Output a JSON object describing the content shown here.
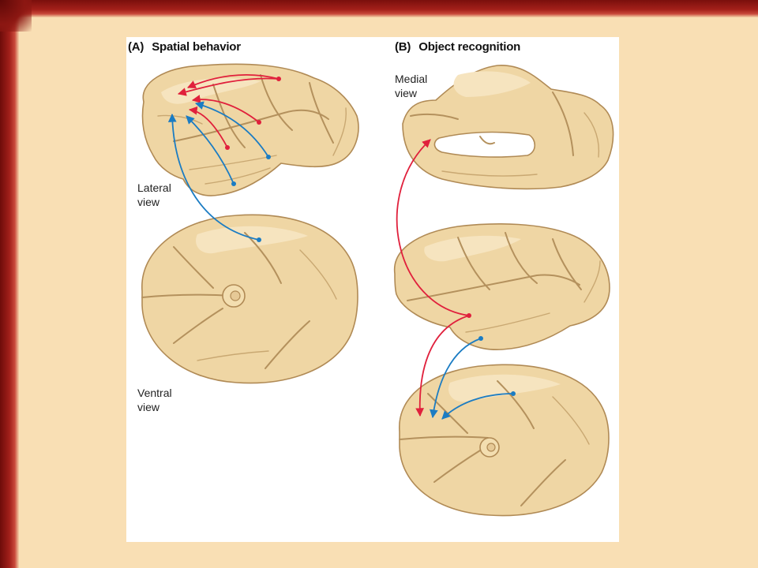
{
  "panel_a": {
    "letter": "(A)",
    "title": "Spatial behavior",
    "label_lateral": [
      "Lateral",
      "view"
    ],
    "label_ventral": [
      "Ventral",
      "view"
    ]
  },
  "panel_b": {
    "letter": "(B)",
    "title": "Object recognition",
    "label_medial": [
      "Medial",
      "view"
    ]
  },
  "colors": {
    "background": "#f9dfb4",
    "frame": "#a4201a",
    "brain_fill": "#efd6a4",
    "arrow_red": "#e0203c",
    "arrow_blue": "#1b7cc3"
  }
}
